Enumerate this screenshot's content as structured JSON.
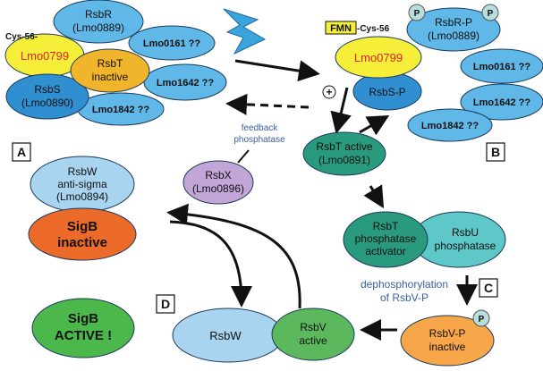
{
  "complex_a": {
    "cys_label": "Cys-56-",
    "lmo0799": "Lmo0799",
    "rsbr": [
      "RsbR",
      "(Lmo0889)"
    ],
    "rsbt": [
      "RsbT",
      "inactive"
    ],
    "rsbs": [
      "RsbS",
      "(Lmo0890)"
    ],
    "lmo0161": "Lmo0161 ??",
    "lmo1642": "Lmo1642 ??",
    "lmo1842": "Lmo1842 ??"
  },
  "complex_b": {
    "fmn": "FMN",
    "cys_label": "-Cys-56",
    "lmo0799": "Lmo0799",
    "rsbr_p": [
      "RsbR-P",
      "(Lmo0889)"
    ],
    "lmo0161": "Lmo0161 ??",
    "lmo1642": "Lmo1642 ??",
    "rsbs_p": "RsbS-P",
    "lmo1842": "Lmo1842 ??",
    "phospho_marker": "P"
  },
  "rsbt_active": [
    "RsbT active",
    "(Lmo0891)"
  ],
  "rsbx": [
    "RsbX",
    "(Lmo0896)"
  ],
  "feedback": [
    "feedback",
    "phosphatase"
  ],
  "plus_sign": "+",
  "rsbw_antisigma": [
    "RsbW",
    "anti-sigma",
    "(Lmo0894)"
  ],
  "sigb_inactive": [
    "SigB",
    "inactive"
  ],
  "sigb_active": [
    "SigB",
    "ACTIVE !"
  ],
  "rsbt_activator": [
    "RsbT",
    "phosphatase",
    "activator"
  ],
  "rsbu": [
    "RsbU",
    "phosphatase"
  ],
  "dephos": [
    "dephosphorylation",
    "of RsbV-P"
  ],
  "rsbv_p": [
    "RsbV-P",
    "inactive"
  ],
  "rsbw": "RsbW",
  "rsbv_active": [
    "RsbV",
    "active"
  ],
  "panel_labels": {
    "a": "A",
    "b": "B",
    "c": "C",
    "d": "D"
  },
  "colors": {
    "yellow": "#f6ef3a",
    "orange": "#f0b52a",
    "light_blue": "#5fb8e8",
    "mid_blue": "#2f8fd0",
    "pale_blue": "#a9d4f0",
    "teal": "#2a9a7e",
    "light_teal": "#5ec8c8",
    "purple": "#c2a6d8",
    "red_orange": "#ec6a2a",
    "green": "#4cb84c",
    "orange_light": "#f7a64a",
    "lightning": "#3aa4dc",
    "text_blue": "#3a5fa0",
    "red_text": "#e02020"
  },
  "icons": [
    "lightning-bolt-icon",
    "arrow-icon",
    "phosphate-badge-icon"
  ]
}
